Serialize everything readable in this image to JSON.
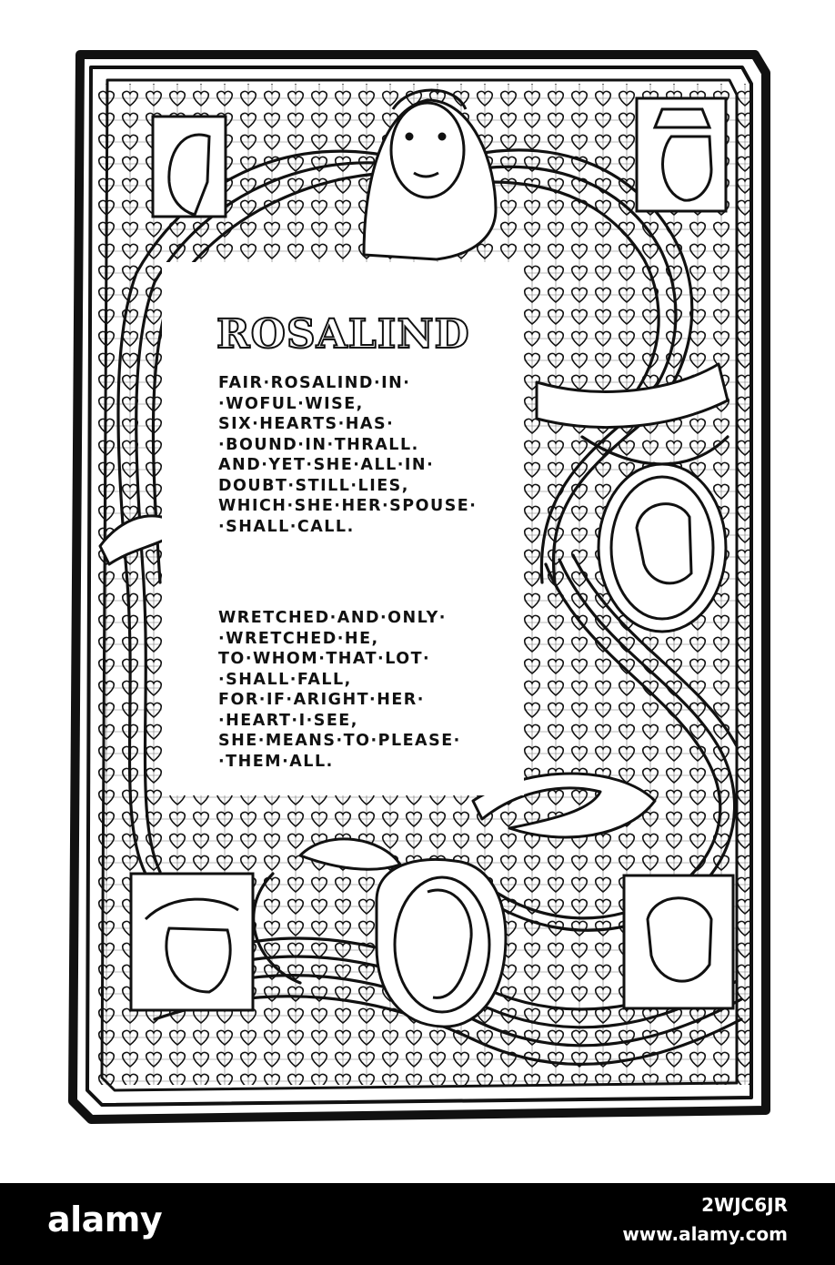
{
  "illustration": {
    "title": "ROSALIND",
    "stanzas": [
      [
        "FAIR·ROSALIND·IN·",
        "·WOFUL·WISE,",
        "SIX·HEARTS·HAS·",
        "·BOUND·IN·THRALL.",
        "AND·YET·SHE·ALL·IN·",
        "DOUBT·STILL·LIES,",
        "WHICH·SHE·HER·SPOUSE·",
        "·SHALL·CALL."
      ],
      [
        "WRETCHED·AND·ONLY·",
        "·WRETCHED·HE,",
        "TO·WHOM·THAT·LOT·",
        "·SHALL·FALL,",
        "FOR·IF·ARIGHT·HER·",
        "·HEART·I·SEE,",
        "SHE·MEANS·TO·PLEASE·",
        "·THEM·ALL."
      ]
    ],
    "ink_color": "#111111",
    "paper_color": "#ffffff",
    "figures": [
      "crowned-woman-portrait",
      "profile-man-portrait",
      "queen-portrait",
      "cameo-portrait",
      "hatted-man-portrait",
      "bearded-man-cameo",
      "helmeted-man-portrait"
    ]
  },
  "watermark": {
    "brand": "alamy",
    "image_id": "2WJC6JR",
    "site": "www.alamy.com",
    "bar_color": "#000000"
  }
}
